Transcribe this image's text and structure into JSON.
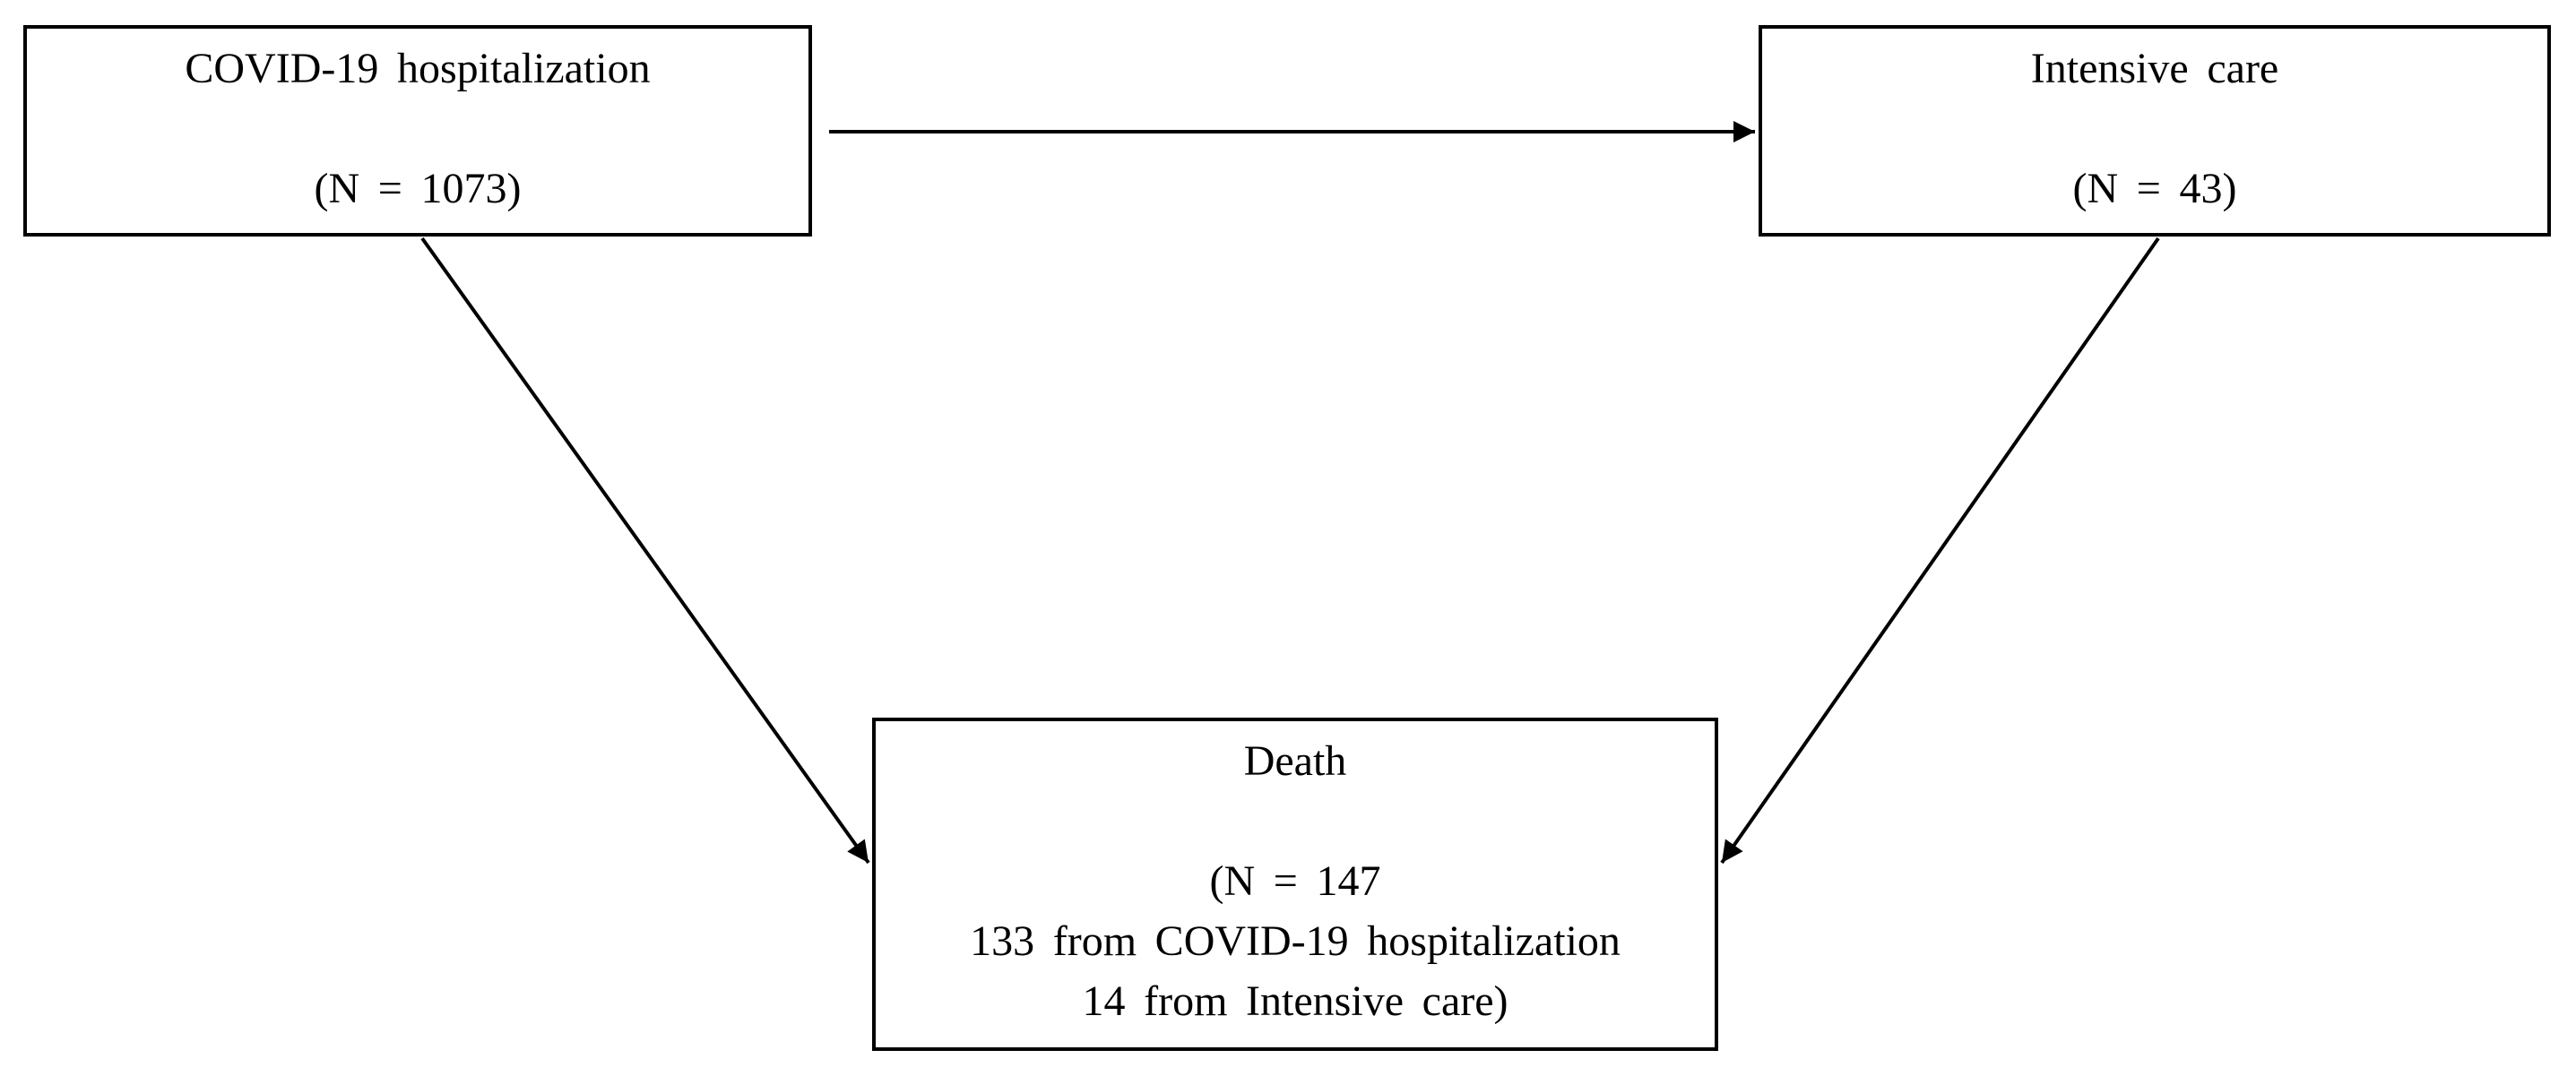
{
  "colors": {
    "background": "#ffffff",
    "line": "#000000",
    "text": "#000000",
    "node_fill": "#ffffff",
    "node_border": "#000000"
  },
  "nodes": {
    "hospitalization": {
      "title": "COVID-19 hospitalization",
      "count": "(N = 1073)"
    },
    "intensive_care": {
      "title": "Intensive care",
      "count": "(N = 43)"
    },
    "death": {
      "title": "Death",
      "count": "(N = 147",
      "breakdown_hospitalization": "133 from COVID-19 hospitalization",
      "breakdown_intensive_care": "14 from Intensive care)"
    }
  },
  "edges": [
    {
      "from": "hospitalization",
      "to": "intensive_care"
    },
    {
      "from": "hospitalization",
      "to": "death"
    },
    {
      "from": "intensive_care",
      "to": "death"
    }
  ]
}
